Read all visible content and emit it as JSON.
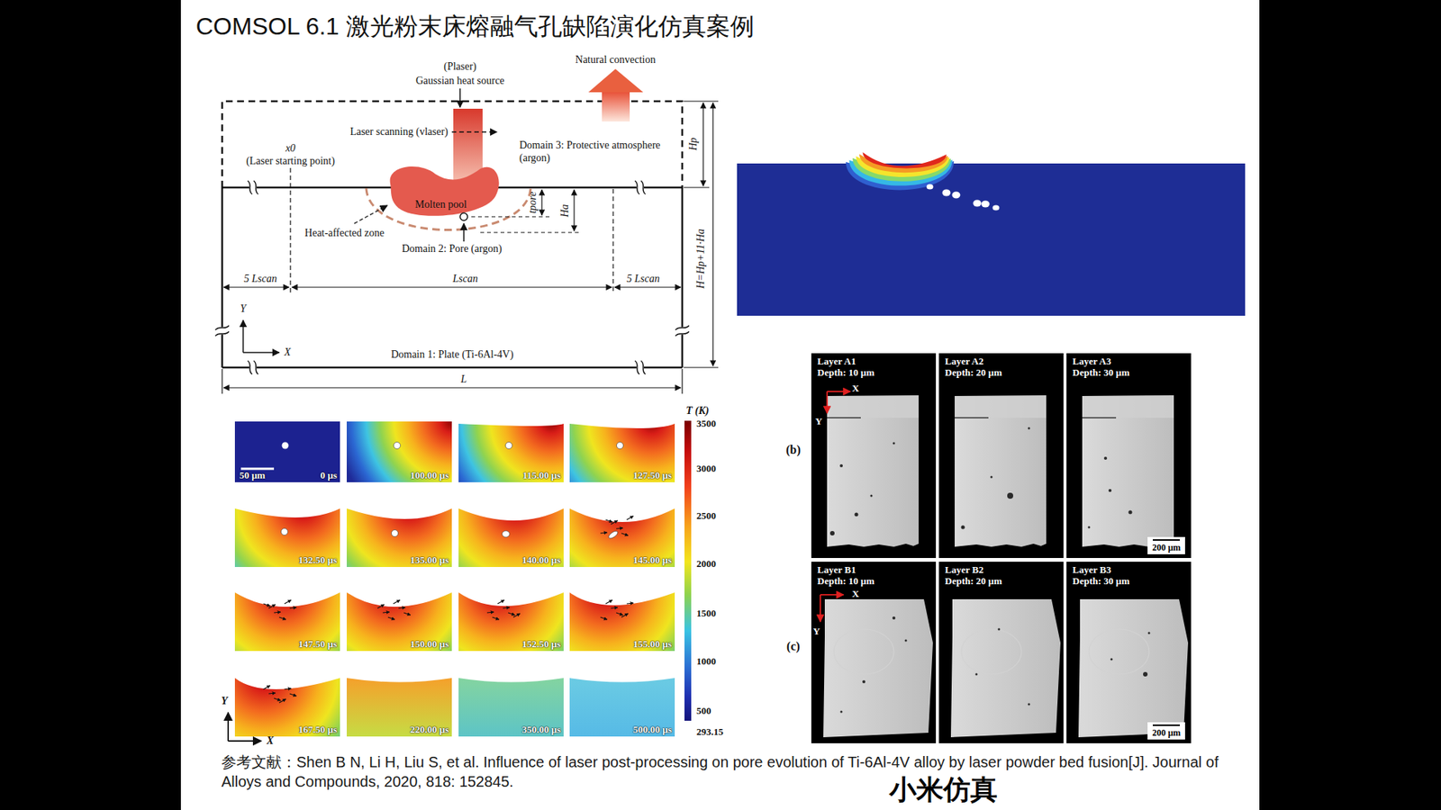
{
  "diagram": {
    "title": "COMSOL 6.1 激光粉末床熔融气孔缺陷演化仿真案例",
    "nodes": [
      {
        "text": [
          "Domain 3: Protective atmosphere (argon)"
        ]
      },
      {
        "text": [
          "Domain 1: Plate (Ti-6Al-4V)"
        ]
      },
      {
        "text": [
          "Molten pool"
        ]
      },
      {
        "text": [
          "50 μm",
          "0 μs"
        ]
      },
      {
        "text": [
          "100.00 μs"
        ]
      },
      {
        "text": [
          "115.00 μs"
        ]
      },
      {
        "text": [
          "127.50 μs"
        ]
      },
      {
        "text": [
          "132.50 μs"
        ]
      },
      {
        "text": [
          "135.00 μs"
        ]
      },
      {
        "text": [
          "140.00 μs"
        ]
      },
      {
        "text": [
          "145.00 μs"
        ]
      },
      {
        "text": [
          "147.50 μs"
        ]
      },
      {
        "text": [
          "150.00 μs"
        ]
      },
      {
        "text": [
          "152.50 μs"
        ]
      },
      {
        "text": [
          "155.00 μs"
        ]
      },
      {
        "text": [
          "167.50 μs"
        ]
      },
      {
        "text": [
          "220.00 μs"
        ]
      },
      {
        "text": [
          "350.00 μs"
        ]
      },
      {
        "text": [
          "500.00 μs"
        ]
      },
      {
        "text": [
          "Layer A1",
          "Depth: 10 μm"
        ]
      },
      {
        "text": [
          "Layer A2",
          "Depth: 20 μm"
        ]
      },
      {
        "text": [
          "Layer A3",
          "Depth: 30 μm",
          "200 μm"
        ]
      },
      {
        "text": [
          "Layer B1",
          "Depth: 10 μm"
        ]
      },
      {
        "text": [
          "Layer B2",
          "Depth: 20 μm"
        ]
      },
      {
        "text": [
          "Layer B3",
          "Depth: 30 μm",
          "200 μm"
        ]
      }
    ],
    "labels": [
      "Natural convection",
      "(Plaser)",
      "Gaussian heat source",
      "Laser scanning (vlaser)",
      "x0",
      "(Laser starting point)",
      "Heat-affected zone",
      "tpore",
      "Ha",
      "Domain 2: Pore (argon)",
      "5 Lscan",
      "Lscan",
      "5 Lscan",
      "Y",
      "X",
      "L",
      "Hp",
      "H=Hp+11·Ha",
      "T (K)",
      "3500",
      "3000",
      "2500",
      "2000",
      "1500",
      "1000",
      "500",
      "293.15",
      "Y",
      "X",
      "(b)",
      "(c)",
      "X",
      "Y",
      "X",
      "Y",
      "参考文献：Shen B N, Li H, Liu S, et al. Influence of laser post-processing on pore evolution of Ti-6Al-4V alloy by laser powder bed fusion[J]. Journal of Alloys and Compounds, 2020, 818: 152845.",
      "小米仿真"
    ]
  }
}
